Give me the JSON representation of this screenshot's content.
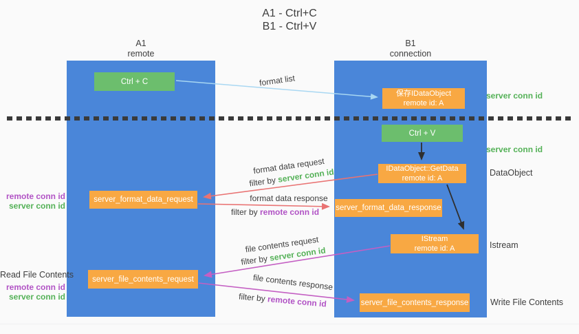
{
  "title": {
    "line1": "A1 - Ctrl+C",
    "line2": "B1 - Ctrl+V"
  },
  "columns": {
    "a": {
      "name": "A1",
      "role": "remote"
    },
    "b": {
      "name": "B1",
      "role": "connection"
    }
  },
  "boxes": {
    "ctrl_c": {
      "label": "Ctrl + C"
    },
    "save_idataobject": {
      "line1": "保存IDataObject",
      "line2": "remote id: A"
    },
    "ctrl_v": {
      "label": "Ctrl + V"
    },
    "getdata": {
      "line1": "IDataObject::GetData",
      "line2": "remote id: A"
    },
    "format_request": {
      "label": "server_format_data_request"
    },
    "format_response": {
      "label": "server_format_data_response"
    },
    "istream": {
      "line1": "IStream",
      "line2": "remote id: A"
    },
    "file_request": {
      "label": "server_file_contents_request"
    },
    "file_response": {
      "label": "server_file_contents_response"
    }
  },
  "flow_labels": {
    "format_list": "format list",
    "format_data_request": "format data request",
    "filter_by_server_1": {
      "prefix": "filter by",
      "id": "server conn id"
    },
    "format_data_response": "format data response",
    "filter_by_remote_1": {
      "prefix": "filter by",
      "id": "remote conn id"
    },
    "file_contents_request": "file contents request",
    "filter_by_server_2": {
      "prefix": "filter by",
      "id": "server conn id"
    },
    "file_contents_response": "file contents response",
    "filter_by_remote_2": {
      "prefix": "filter by",
      "id": "remote conn id"
    }
  },
  "left_labels": {
    "remote_conn_id_1": "remote conn id",
    "server_conn_id_1": "server conn id",
    "read_file_contents": "Read File Contents",
    "remote_conn_id_2": "remote conn id",
    "server_conn_id_2": "server conn id"
  },
  "right_labels": {
    "server_conn_id_1": "server conn id",
    "server_conn_id_2": "server conn id",
    "dataobject": "DataObject",
    "istream": "Istream",
    "write_file_contents": "Write File Contents"
  },
  "colors": {
    "column_blue": "#4a86d9",
    "box_green": "#6cbe6d",
    "box_orange": "#f8a843",
    "arrow_light_blue": "#a8d7f2",
    "arrow_red": "#e97373",
    "arrow_magenta": "#c45fc3",
    "arrow_black": "#2f2f2f",
    "text_green": "#54b157",
    "text_purple": "#b153c5",
    "text_dark": "#3d3d3d"
  }
}
